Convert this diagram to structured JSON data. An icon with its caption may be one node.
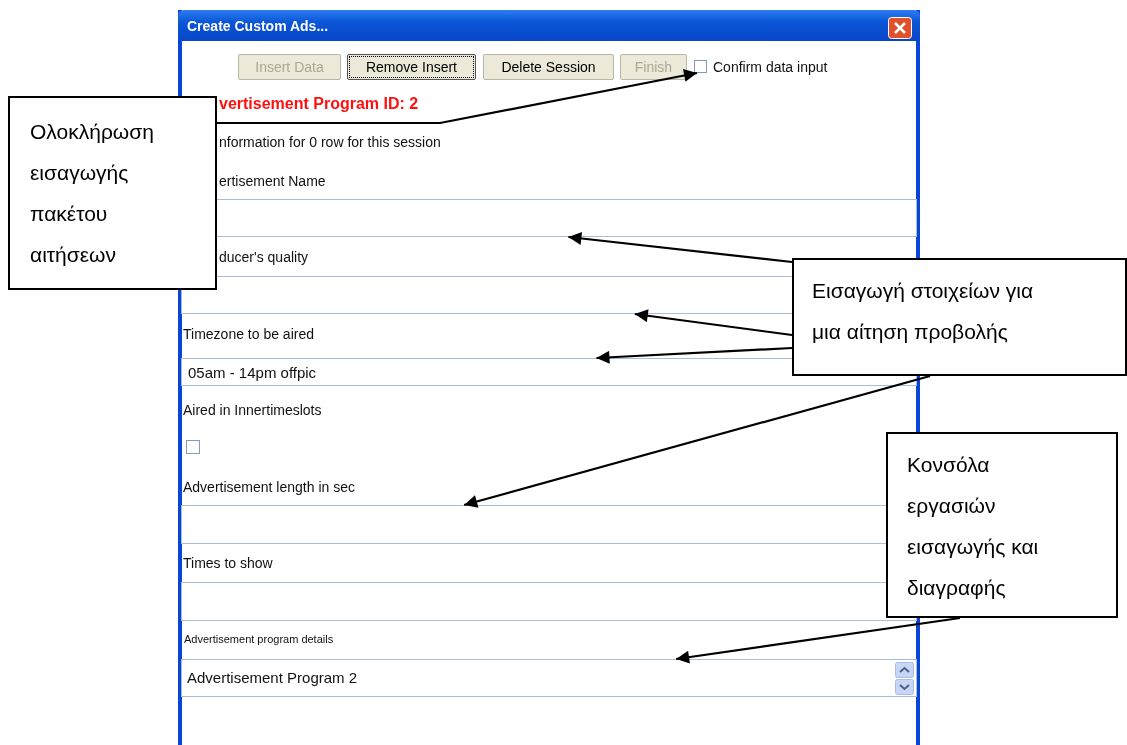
{
  "diagram": {
    "nodes": [
      {
        "text": [],
        "shape": "box"
      },
      {
        "text": [
          "Ολοκλήρωση εισαγωγής πακέτου αιτήσεων"
        ]
      },
      {
        "text": [],
        "shape": "box"
      },
      {
        "text": [
          "Εισαγωγή στοιχείων για μια αίτηση προβολής"
        ]
      },
      {
        "text": [],
        "shape": "box"
      },
      {
        "text": [
          "05am - 14pm offpic"
        ]
      },
      {
        "text": [],
        "shape": "box"
      },
      {
        "text": [
          "Κονσόλα εργασιών εισαγωγής και διαγραφής"
        ]
      },
      {
        "text": [],
        "shape": "box"
      },
      {
        "text": [],
        "shape": "box"
      },
      {
        "text": [
          "Advertisement Program 2"
        ]
      }
    ],
    "edges": [
      {
        "from": 1,
        "to": 0,
        "arrow": "to"
      },
      {
        "from": 3,
        "to": 2,
        "arrow": "to"
      },
      {
        "from": 3,
        "to": 4,
        "arrow": "to"
      },
      {
        "from": 3,
        "to": 5,
        "arrow": "to"
      },
      {
        "from": 3,
        "to": 8,
        "arrow": "to"
      },
      {
        "from": 7,
        "to": 10,
        "arrow": "to"
      }
    ],
    "labels": [
      "Create Custom Ads...",
      "Insert Data",
      "Remove Insert",
      "Delete Session",
      "Finish",
      "Confirm data input",
      "vertisement Program ID: 2",
      "nformation for 0 row for this session",
      "ertisement Name",
      "ducer's quality",
      "Timezone to be aired",
      "Aired in Innertimeslots",
      "Advertisement length in sec",
      "Times to show",
      "Advertisement program details"
    ]
  }
}
